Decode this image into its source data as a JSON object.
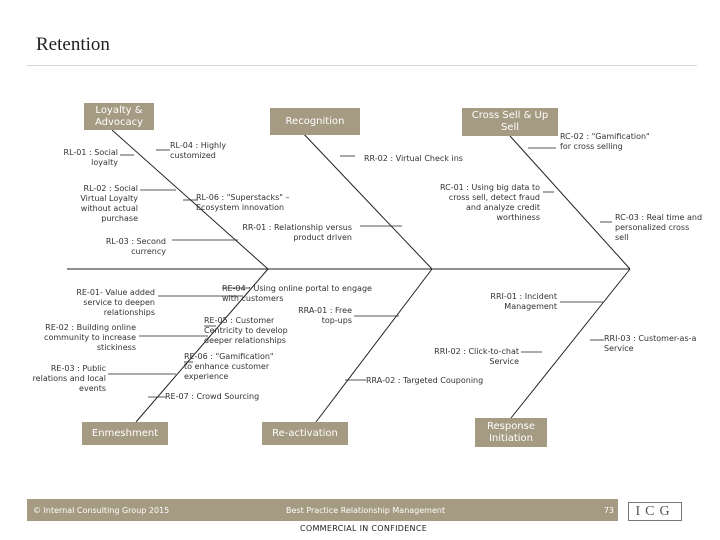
{
  "page": {
    "title": "Retention"
  },
  "categories": {
    "loyalty": "Loyalty &\nAdvocacy",
    "recognition": "Recognition",
    "cross_sell": "Cross Sell & Up\nSell",
    "enmeshment": "Enmeshment",
    "reactivation": "Re-activation",
    "response": "Response\nInitiation"
  },
  "labels": {
    "rl01": "RL-01 : Social\nloyalty",
    "rl02": "RL-02 : Social\nVirtual Loyalty\nwithout actual\npurchase",
    "rl03": "RL-03 : Second\ncurrency",
    "rl04": "RL-04 : Highly\ncustomized",
    "rl06": "RL-06 : \"Superstacks\" –\nEcosystem innovation",
    "rr01": "RR-01 : Relationship versus\nproduct driven",
    "rr02": "RR-02 : Virtual Check ins",
    "rc01": "RC-01 : Using big data to\ncross sell, detect fraud\nand analyze credit\nworthiness",
    "rc02": "RC-02 : \"Gamification\"\nfor cross selling",
    "rc03": "RC-03 : Real time and\npersonalized cross\nsell",
    "re01": "RE-01- Value added\nservice to deepen\nrelationships",
    "re02": "RE-02 : Building online\ncommunity to increase\nstickiness",
    "re03": "RE-03 : Public\nrelations and local\nevents",
    "re04": "RE-04 : Using online portal to engage\nwith customers",
    "re05": "RE-05 : Customer\nCentricity to develop\ndeeper relationships",
    "re06": "RE-06 : \"Gamification\"\nto enhance customer\nexperience",
    "re07": "RE-07 : Crowd Sourcing",
    "rra01": "RRA-01 : Free\ntop-ups",
    "rra02": "RRA-02 : Targeted Couponing",
    "rri01": "RRI-01 : Incident\nManagement",
    "rri02": "RRI-02 : Click-to-chat\nService",
    "rri03": "RRI-03 : Customer-as-a\nService"
  },
  "footer": {
    "copyright": "© Internal Consulting Group 2015",
    "center": "Best Practice Relationship Management",
    "page_number": "73",
    "confidential": "COMMERCIAL IN CONFIDENCE",
    "logo": "ICG"
  },
  "colors": {
    "box": "#a59a82",
    "line": "#222222"
  }
}
